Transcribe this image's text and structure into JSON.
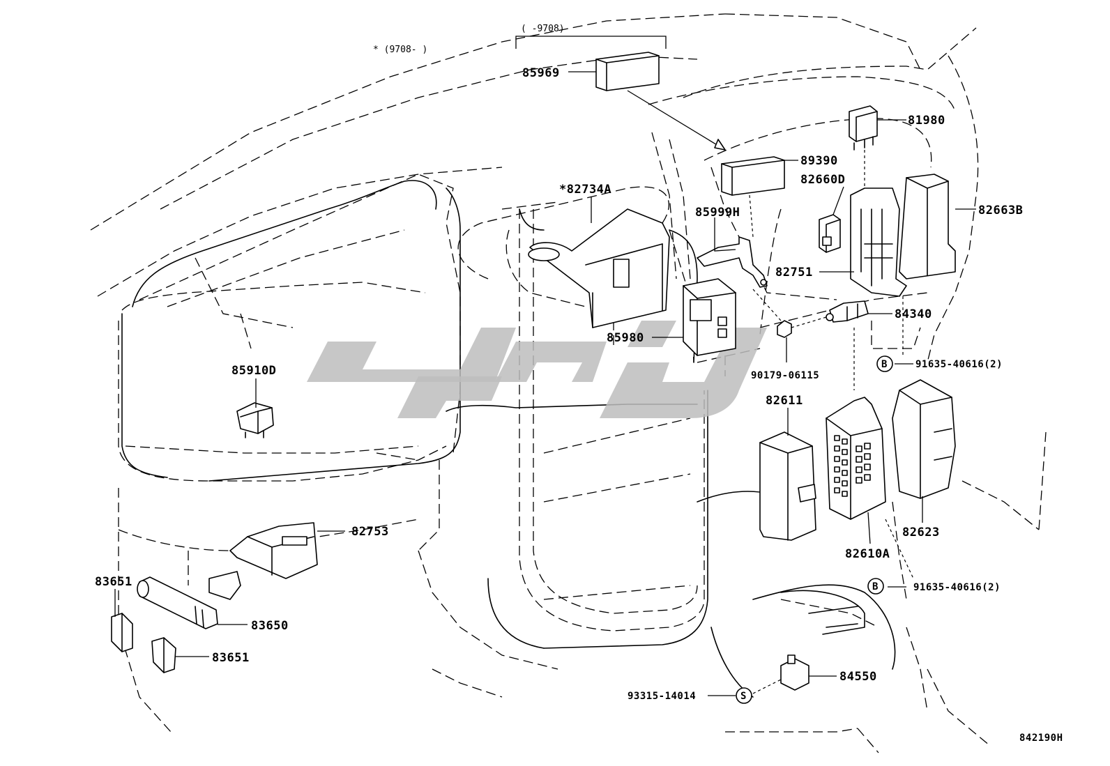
{
  "notes": {
    "star_range": "*  (9708-      )",
    "bracket_range": "(       -9708)"
  },
  "labels": {
    "p85969": "85969",
    "p81980": "81980",
    "p89390": "89390",
    "p82660D": "82660D",
    "p82734A": "*82734A",
    "p85999H": "85999H",
    "p82663B": "82663B",
    "p82751": "82751",
    "p84340": "84340",
    "p85980": "85980",
    "p90179": "90179-06115",
    "p91635a": "91635-40616(2)",
    "p85910D": "85910D",
    "p82611": "82611",
    "p82753": "82753",
    "p82623": "82623",
    "p82610A": "82610A",
    "p83651a": "83651",
    "p83650": "83650",
    "p91635b": "91635-40616(2)",
    "p83651b": "83651",
    "p84550": "84550",
    "p93315": "93315-14014"
  },
  "callouts": {
    "b1": "B",
    "b2": "B",
    "s1": "S"
  },
  "diagram_id": "842190H"
}
